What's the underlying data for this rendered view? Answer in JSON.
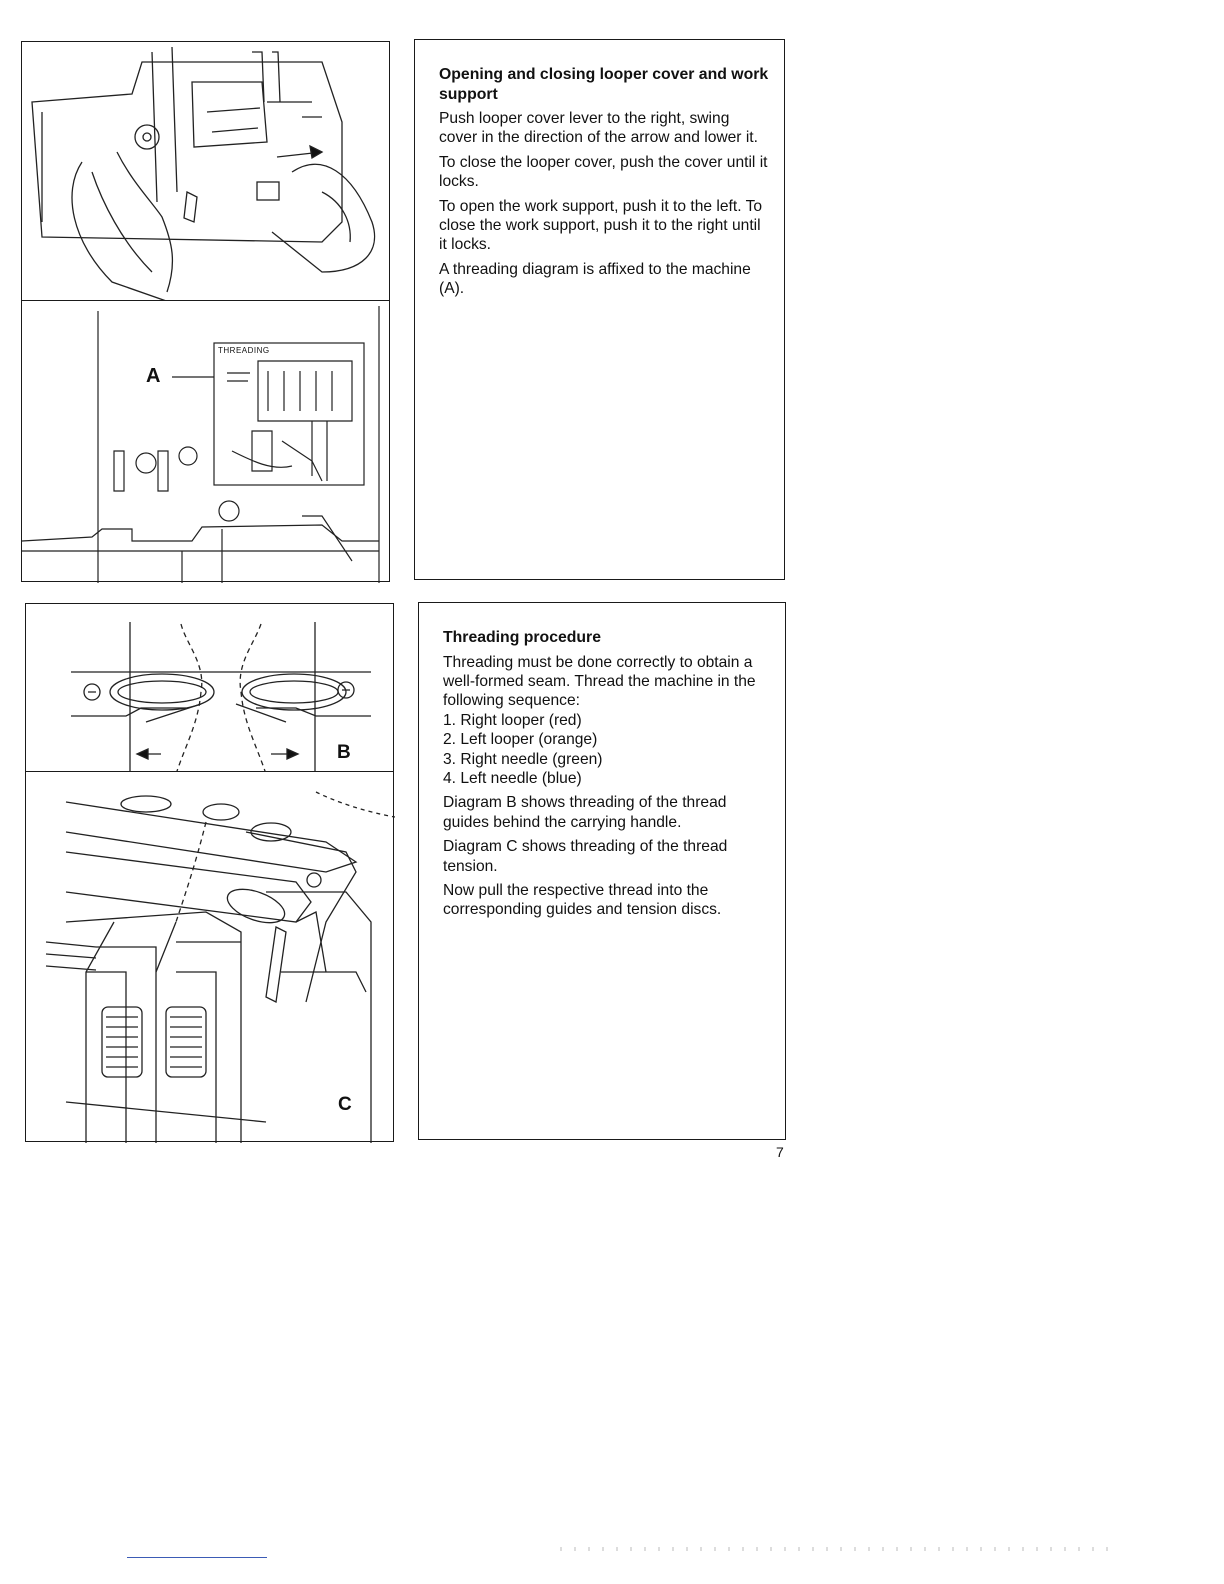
{
  "section1": {
    "title": "Opening and closing looper cover and work support",
    "paragraphs": [
      "Push looper cover lever to the right, swing cover in the direction of the arrow and lower it.",
      "To close the looper cover, push the cover until it locks.",
      "To open the work support, push it to the left. To close the work support, push it to the right until it locks.",
      "A threading diagram is affixed to the machine (A)."
    ]
  },
  "section2": {
    "title": "Threading procedure",
    "intro": "Threading must be done correctly to obtain a well-formed seam. Thread the machine in the following sequence:",
    "steps": [
      "1. Right looper (red)",
      "2. Left looper (orange)",
      "3. Right needle (green)",
      "4. Left needle (blue)"
    ],
    "paragraphs": [
      "Diagram B shows threading of the thread guides behind the carrying handle.",
      "Diagram C shows threading of the thread tension.",
      "Now pull the respective thread into the corresponding guides and tension discs."
    ]
  },
  "figures": {
    "label_a": "A",
    "label_b": "B",
    "label_c": "C",
    "threading_sticker": "THREADING"
  },
  "page_number": "7"
}
